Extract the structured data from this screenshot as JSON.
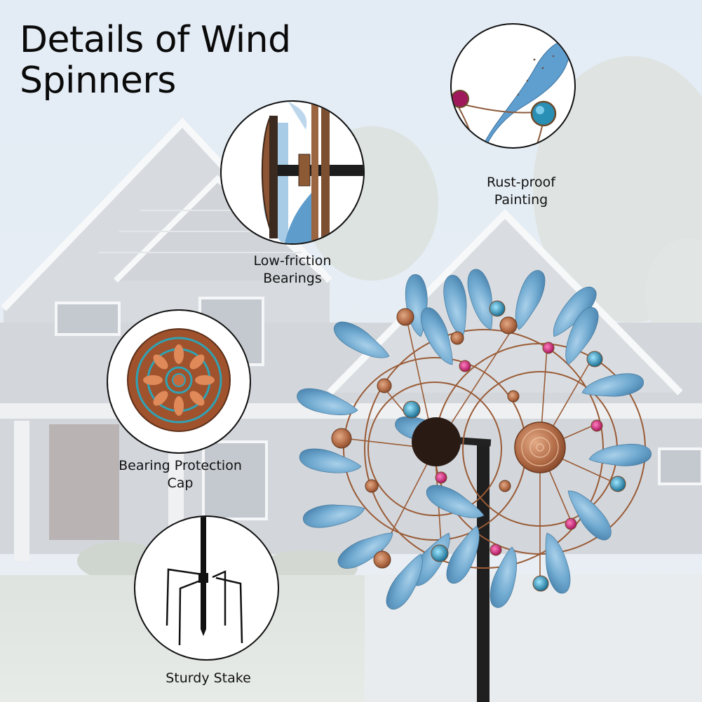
{
  "title": {
    "line1": "Details of Wind",
    "line2": "Spinners"
  },
  "callouts": [
    {
      "id": "rust-proof",
      "line1": "Rust-proof",
      "line2": "Painting",
      "icon": "blue-petal-with-gems"
    },
    {
      "id": "bearings",
      "line1": "Low-friction",
      "line2": "Bearings",
      "icon": "axle-bearing"
    },
    {
      "id": "cap",
      "line1": "Bearing Protection",
      "line2": "Cap",
      "icon": "copper-medallion"
    },
    {
      "id": "stake",
      "line1": "Sturdy Stake",
      "line2": "",
      "icon": "five-prong-stake"
    }
  ],
  "colors": {
    "petal_blue": "#6fa9cf",
    "petal_light": "#9cc6e2",
    "copper": "#9b5a34",
    "gem_pink": "#c4287a",
    "gem_teal": "#2a8fb5",
    "pole": "#1d1d1d",
    "text": "#111111"
  },
  "product": {
    "name": "wind spinner",
    "background_scene": "house with lawn"
  }
}
